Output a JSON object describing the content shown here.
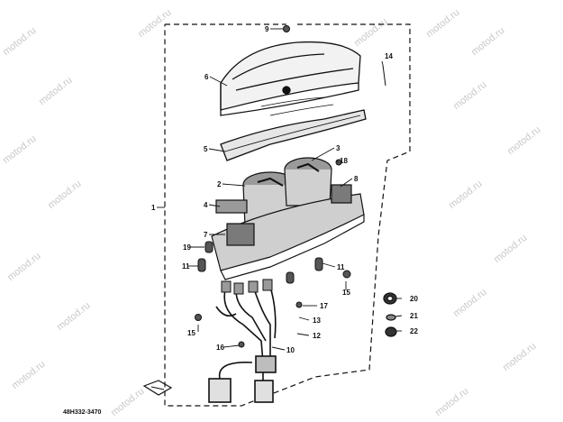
{
  "watermark": "motod.ru",
  "diagram_code": "48H332-3470",
  "callouts": [
    "1",
    "2",
    "3",
    "4",
    "5",
    "6",
    "7",
    "8",
    "9",
    "10",
    "11",
    "12",
    "13",
    "14",
    "15",
    "16",
    "17",
    "18",
    "19",
    "20",
    "21",
    "22"
  ]
}
